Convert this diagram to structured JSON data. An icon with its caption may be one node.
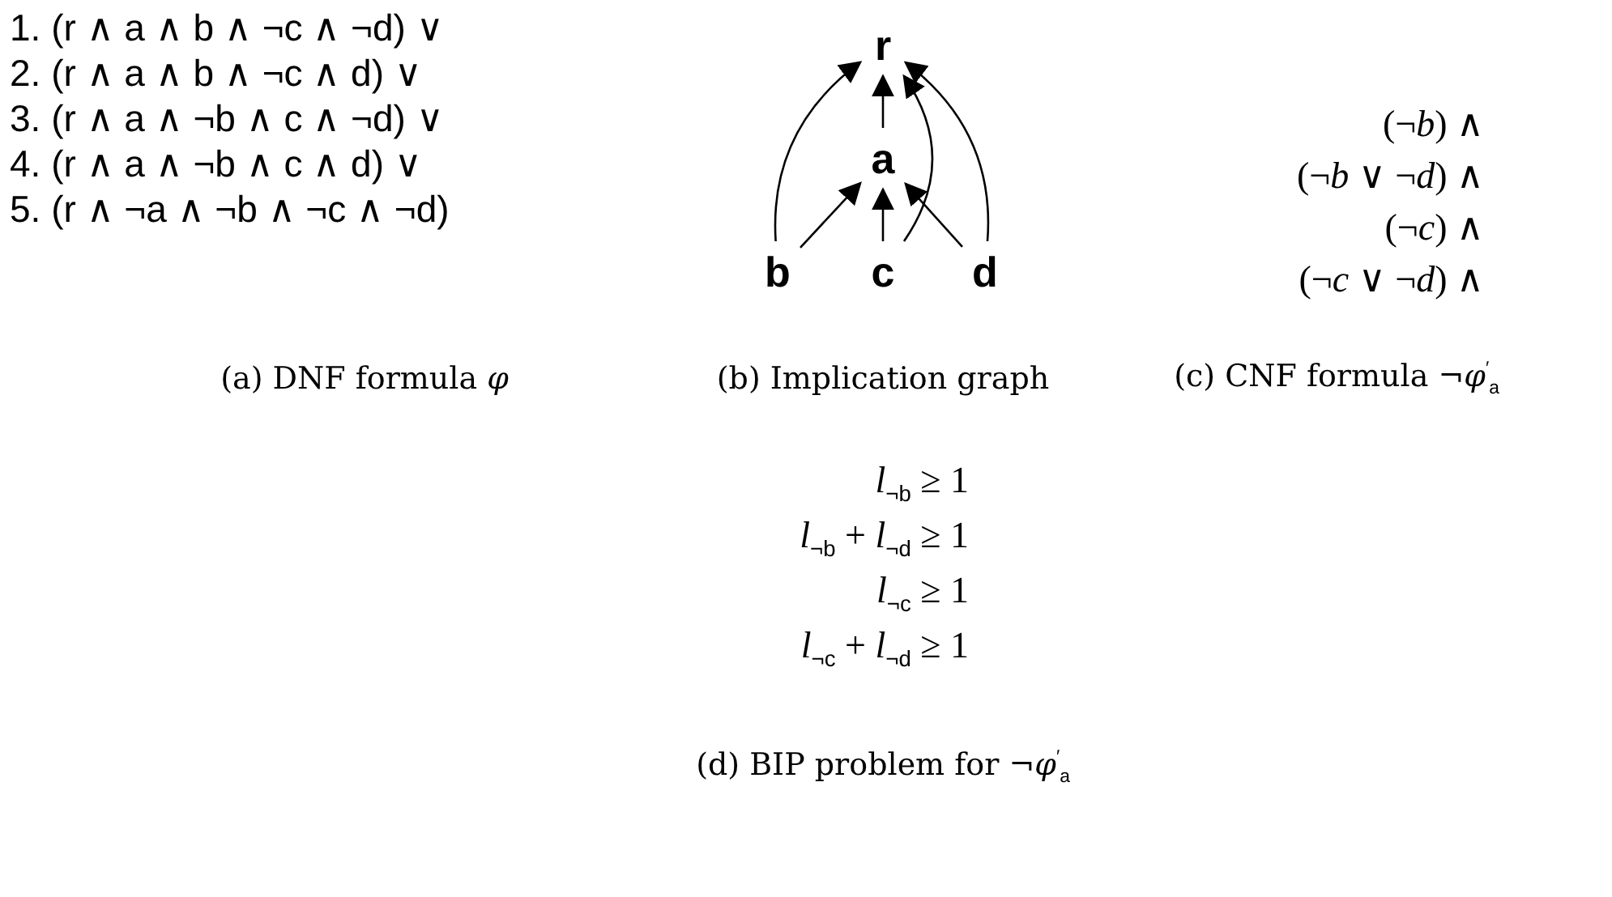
{
  "diagram": {
    "nodes": [
      {
        "text": [
          "r"
        ]
      },
      {
        "text": [
          "a"
        ]
      },
      {
        "text": [
          "b"
        ]
      },
      {
        "text": [
          "c"
        ]
      },
      {
        "text": [
          "d"
        ]
      }
    ],
    "edges": [
      {
        "from": 1,
        "to": 0,
        "arrow": "to"
      },
      {
        "from": 2,
        "to": 1,
        "arrow": "to"
      },
      {
        "from": 3,
        "to": 1,
        "arrow": "to"
      },
      {
        "from": 4,
        "to": 1,
        "arrow": "to"
      },
      {
        "from": 2,
        "to": 0,
        "arrow": "to"
      },
      {
        "from": 3,
        "to": 0,
        "arrow": "to"
      },
      {
        "from": 4,
        "to": 0,
        "arrow": "to"
      }
    ],
    "labels": [
      "1. (r ∧ a ∧ b ∧ ¬c ∧ ¬d) ∨",
      "2. (r ∧ a ∧ b ∧ ¬c ∧ d) ∨",
      "3. (r ∧ a ∧ ¬b ∧ c ∧ ¬d) ∨",
      "4. (r ∧ a ∧ ¬b ∧ c ∧ d) ∨",
      "5. (r ∧ ¬a ∧ ¬b ∧ ¬c ∧ ¬d)",
      "(¬*b*) ∧",
      "(¬*b* ∨ ¬*d*) ∧",
      "(¬*c*) ∧",
      "(¬*c* ∨ ¬*d*) ∧",
      "(a) DNF formula *φ*",
      "(b) Implication graph",
      "(c) CNF formula ¬*φ*$^{′}$$_{a}$",
      "*l*$_{¬b}$ ≥ 1",
      "*l*$_{¬b}$ + *l*$_{¬d}$ ≥ 1",
      "*l*$_{¬c}$ ≥ 1",
      "*l*$_{¬c}$ + *l*$_{¬d}$ ≥ 1",
      "(d) BIP problem for ¬*φ*$^{′}$$_{a}$"
    ]
  }
}
